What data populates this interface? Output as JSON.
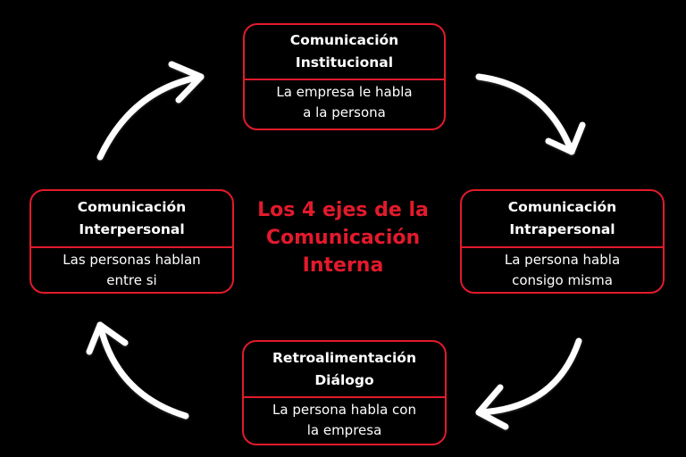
{
  "center": {
    "line1": "Los 4 ejes de la",
    "line2": "Comunicación",
    "line3": "Interna"
  },
  "nodes": {
    "institucional": {
      "title1": "Comunicación",
      "title2": "Institucional",
      "desc1": "La empresa le habla",
      "desc2": "a la persona"
    },
    "intrapersonal": {
      "title1": "Comunicación",
      "title2": "Intrapersonal",
      "desc1": "La persona habla",
      "desc2": "consigo misma"
    },
    "retroalimentacion": {
      "title1": "Retroalimentación",
      "title2": "Diálogo",
      "desc1": "La persona habla con",
      "desc2": "la empresa"
    },
    "interpersonal": {
      "title1": "Comunicación",
      "title2": "Interpersonal",
      "desc1": "Las personas hablan",
      "desc2": "entre si"
    }
  },
  "colors": {
    "background": "#000000",
    "accent": "#e21a2c",
    "text": "#ffffff",
    "arrow": "#ffffff"
  },
  "icons": [
    "curved-arrow-icon"
  ]
}
